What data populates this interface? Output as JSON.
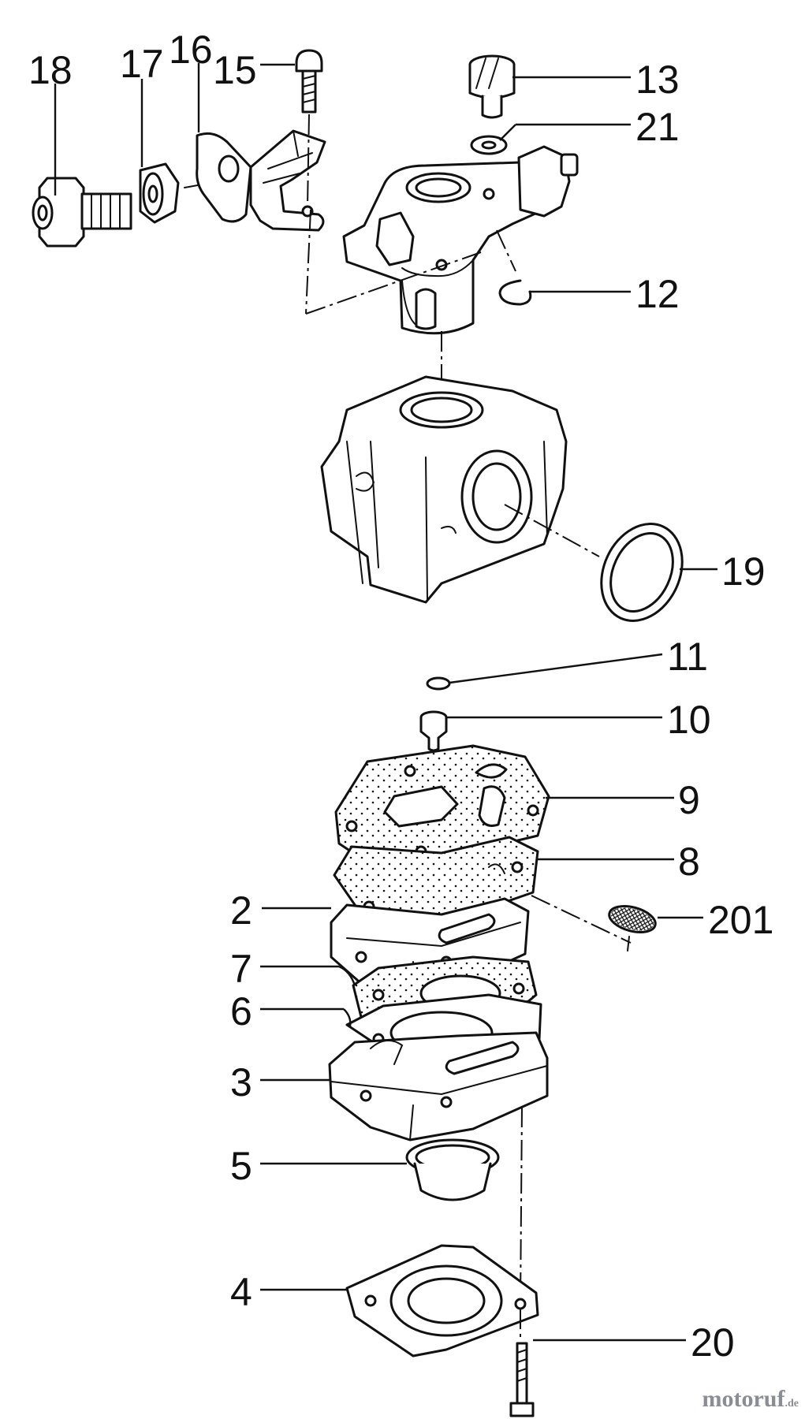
{
  "callouts": [
    "18",
    "17",
    "16",
    "15",
    "13",
    "21",
    "12",
    "19",
    "11",
    "10",
    "9",
    "8",
    "2",
    "201",
    "7",
    "6",
    "3",
    "5",
    "4",
    "20"
  ],
  "watermark": {
    "text": "motoruf",
    "tld": ".de",
    "color": "#8a8d93"
  }
}
